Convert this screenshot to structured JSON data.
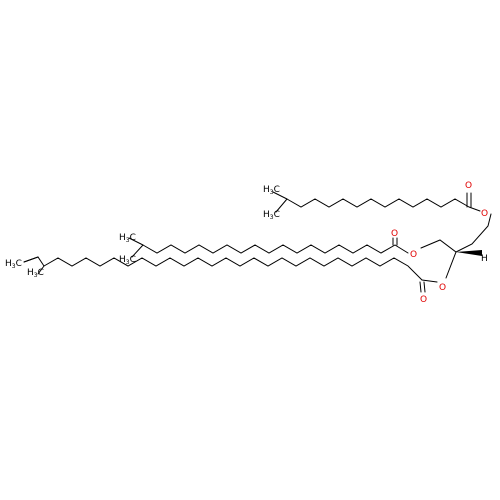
{
  "molecule": {
    "atoms": {
      "o_upper_ester": "O",
      "o_upper_carbonyl": "O",
      "o_middle_ester": "O",
      "o_middle_carbonyl": "O",
      "o_lower_ester": "O",
      "o_lower_carbonyl": "O",
      "h_stereo": "H"
    },
    "methyls": {
      "upper_1": {
        "main": "H",
        "sub": "3",
        "tail": "C"
      },
      "upper_2": {
        "main": "H",
        "sub": "3",
        "tail": "C"
      },
      "middle_1": {
        "main": "H",
        "sub": "3",
        "tail": "C"
      },
      "middle_2": {
        "main": "H",
        "sub": "3",
        "tail": "C"
      },
      "lower_1": {
        "main": "H",
        "sub": "3",
        "tail": "C"
      },
      "lower_2": {
        "main": "H",
        "sub": "3",
        "tail": "C"
      }
    },
    "colors": {
      "bond": "#000000",
      "oxygen": "#e00000"
    }
  }
}
